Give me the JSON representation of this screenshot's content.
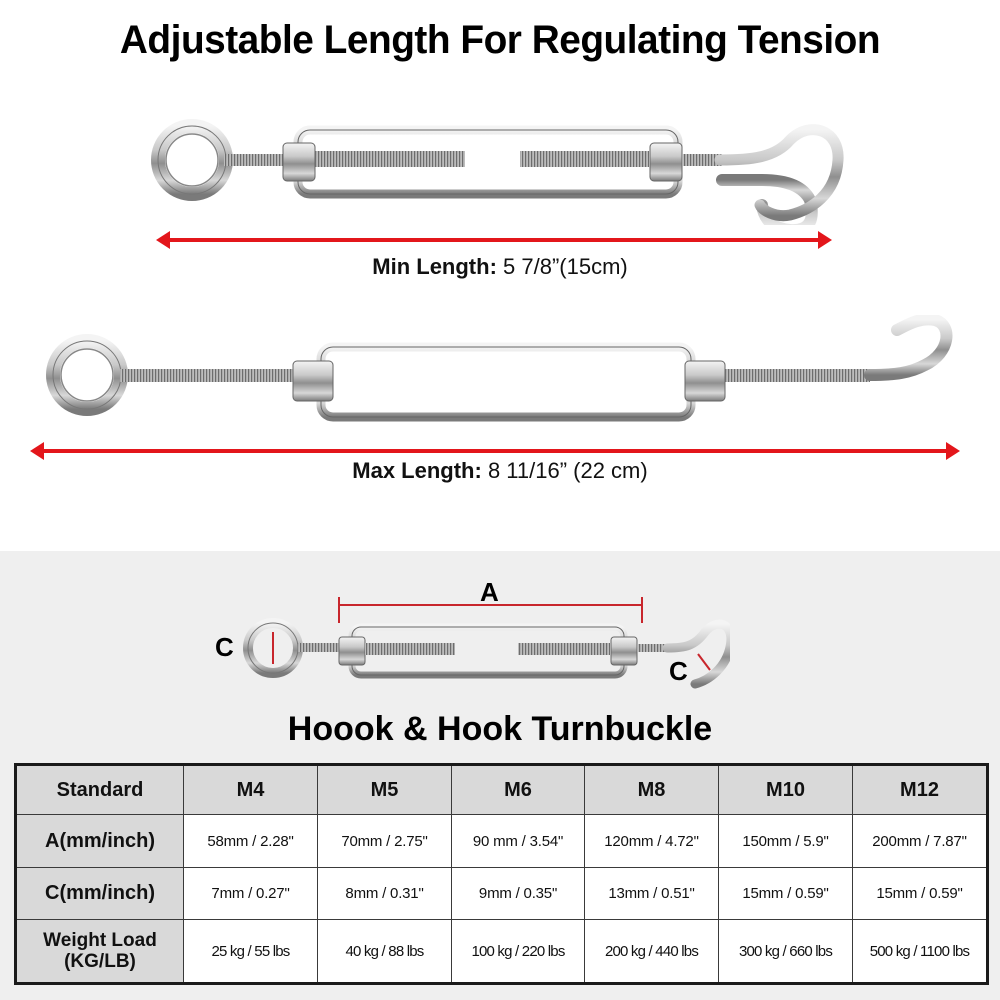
{
  "title": "Adjustable Length For Regulating Tension",
  "min_length": {
    "label": "Min Length:",
    "value": " 5 7/8”(15cm)"
  },
  "max_length": {
    "label": "Max Length:",
    "value": " 8 11/16” (22 cm)"
  },
  "diagram": {
    "dim_a": "A",
    "dim_c_eye": "C",
    "dim_c_hook": "C"
  },
  "section_title": "Hoook & Hook Turnbuckle",
  "accent_color": "#e3161b",
  "table": {
    "headers": [
      "Standard",
      "M4",
      "M5",
      "M6",
      "M8",
      "M10",
      "M12"
    ],
    "rows": [
      {
        "label": "A(mm/inch)",
        "values": [
          "58mm / 2.28\"",
          "70mm / 2.75\"",
          "90 mm / 3.54\"",
          "120mm / 4.72\"",
          "150mm / 5.9\"",
          "200mm / 7.87\""
        ]
      },
      {
        "label": "C(mm/inch)",
        "values": [
          "7mm / 0.27\"",
          "8mm / 0.31\"",
          "9mm / 0.35\"",
          "13mm / 0.51\"",
          "15mm / 0.59\"",
          "15mm / 0.59\""
        ]
      },
      {
        "label_line1": "Weight Load",
        "label_line2": "(KG/LB)",
        "values": [
          "25 kg / 55 lbs",
          "40 kg / 88 lbs",
          "100 kg / 220 lbs",
          "200 kg / 440 lbs",
          "300 kg / 660 lbs",
          "500 kg / 1100 lbs"
        ]
      }
    ]
  }
}
